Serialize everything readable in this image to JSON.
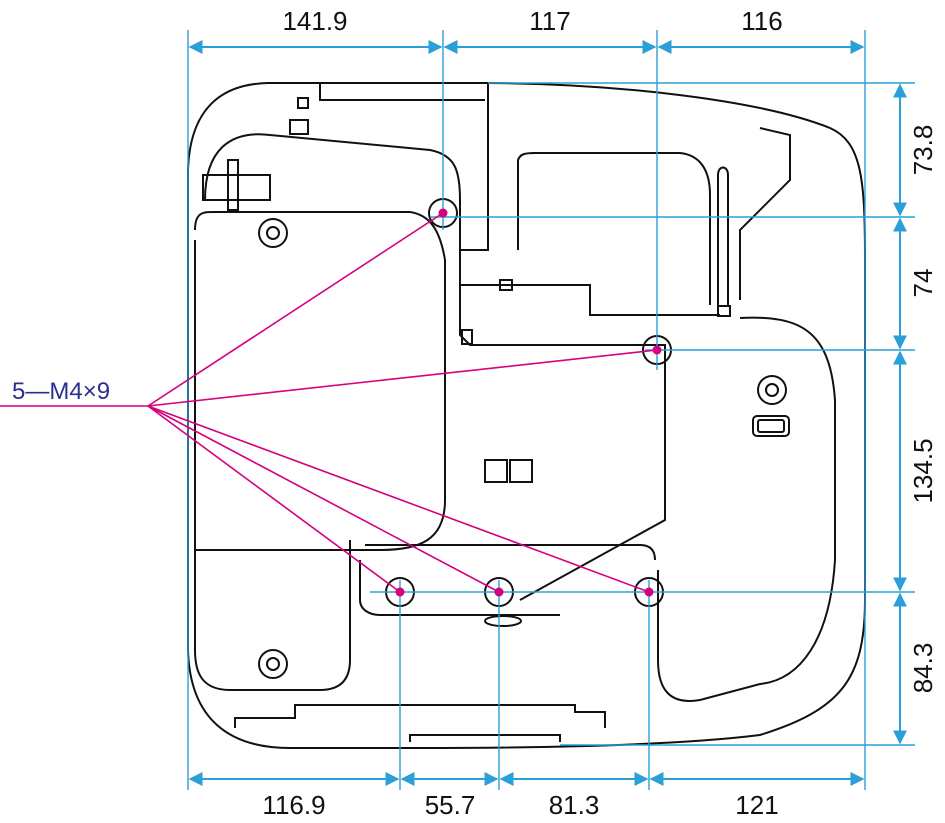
{
  "colors": {
    "dimension": "#2a9fd8",
    "leader": "#d6007f",
    "label": "#2b2f8f",
    "outline": "#111111"
  },
  "dimensions": {
    "top": [
      "141.9",
      "117",
      "116"
    ],
    "bottom": [
      "116.9",
      "55.7",
      "81.3",
      "121"
    ],
    "right": [
      "73.8",
      "74",
      "134.5",
      "84.3"
    ]
  },
  "screw_label": "5—M4×9"
}
